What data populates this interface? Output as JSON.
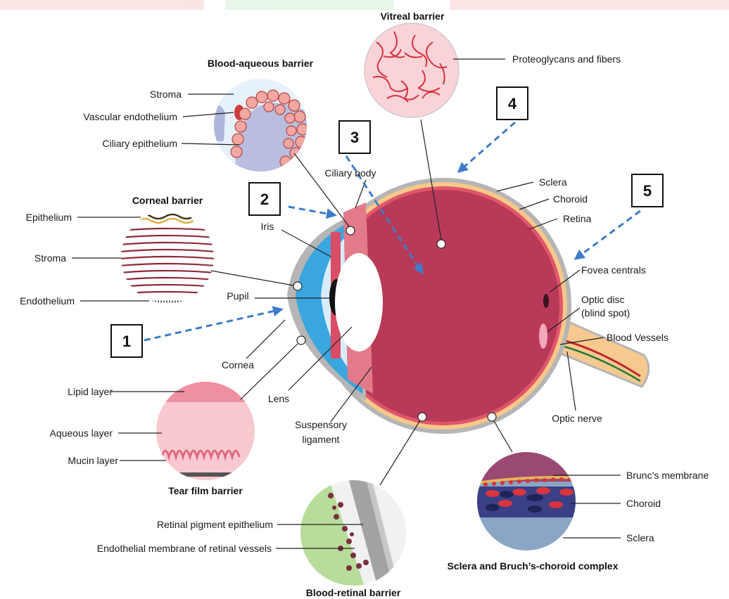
{
  "titles": {
    "vitreal": "Vitreal barrier",
    "blood_aqueous": "Blood-aqueous barrier",
    "corneal": "Corneal barrier",
    "tear_film": "Tear film barrier",
    "blood_retinal": "Blood-retinal barrier",
    "sclera_bruch": "Sclera and Bruch’s-choroid complex"
  },
  "labels": {
    "proteoglycans": "Proteoglycans and fibers",
    "ba_stroma": "Stroma",
    "vascular_endothelium": "Vascular endothelium",
    "ciliary_epithelium": "Ciliary epithelium",
    "ciliary_body": "Ciliary body",
    "cb_epithelium": "Epithelium",
    "cb_stroma": "Stroma",
    "cb_endothelium": "Endothelium",
    "iris": "Iris",
    "pupil": "Pupil",
    "cornea": "Cornea",
    "lens": "Lens",
    "suspensory_1": "Suspensory",
    "suspensory_2": "ligament",
    "sclera": "Sclera",
    "choroid": "Choroid",
    "retina": "Retina",
    "fovea": "Fovea centrals",
    "optic_disc_1": "Optic disc",
    "optic_disc_2": "(blind spot)",
    "blood_vessels": "Blood Vessels",
    "optic_nerve": "Optic nerve",
    "lipid_layer": "Lipid layer",
    "aqueous_layer": "Aqueous layer",
    "mucin_layer": "Mucin layer",
    "rpe": "Retinal pigment epithelium",
    "endothelial_membrane": "Endothelial membrane of retinal vessels",
    "brunc_membrane": "Brunc’s membrane",
    "sc_choroid": "Choroid",
    "sc_sclera": "Sclera"
  },
  "routes": [
    "1",
    "2",
    "3",
    "4",
    "5"
  ],
  "colors": {
    "route_arrow": "#3d7cc9",
    "eyeball": "#b83a58",
    "cornea": "#3aa6e0",
    "sclera": "#b5b5b5",
    "choroid_band": "#f6c88a"
  }
}
